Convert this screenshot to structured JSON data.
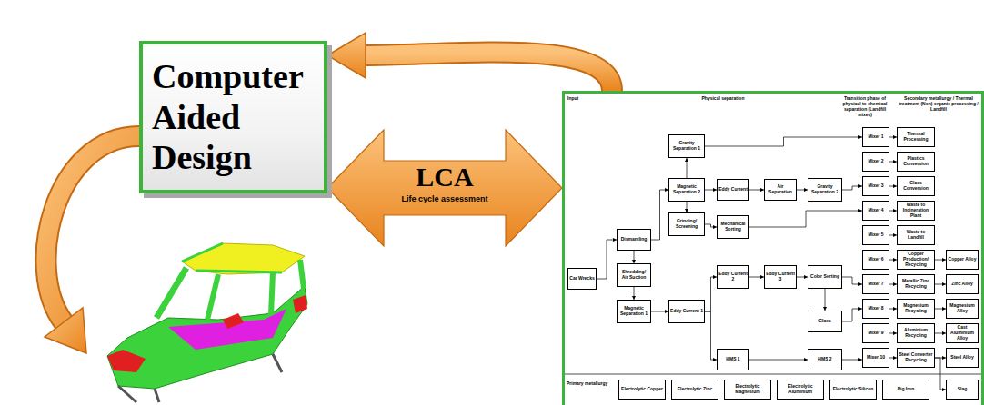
{
  "diagram": {
    "nodes": [
      {
        "text": [
          "Computer Aided Design"
        ]
      },
      {
        "text": [
          "Input",
          "Physical separation",
          "Transition phase of physical to chemical separation (Landfill mixes)",
          "Secondary metallurgy / Thermal treatment (Non) organic processing / Landfill",
          "Primary metallurgy"
        ]
      },
      {
        "text": [
          "Car Wrecks"
        ],
        "in": 1
      },
      {
        "text": [
          "Dismantling"
        ],
        "in": 1
      },
      {
        "text": [
          "Shredding/ Air Suction"
        ],
        "in": 1
      },
      {
        "text": [
          "Magnetic Separation 1"
        ],
        "in": 1
      },
      {
        "text": [
          "Gravity Separation 1"
        ],
        "in": 1
      },
      {
        "text": [
          "Magnetic Separation 2"
        ],
        "in": 1
      },
      {
        "text": [
          "Grinding/ Screening"
        ],
        "in": 1
      },
      {
        "text": [
          "Eddy Current 1"
        ],
        "in": 1
      },
      {
        "text": [
          "Eddy Current"
        ],
        "in": 1
      },
      {
        "text": [
          "Mechanical Sorting"
        ],
        "in": 1
      },
      {
        "text": [
          "Eddy Current 2"
        ],
        "in": 1
      },
      {
        "text": [
          "HMS 1"
        ],
        "in": 1
      },
      {
        "text": [
          "Air Separation"
        ],
        "in": 1
      },
      {
        "text": [
          "Eddy Current 3"
        ],
        "in": 1
      },
      {
        "text": [
          "Gravity Separation 2"
        ],
        "in": 1
      },
      {
        "text": [
          "Color Sorting"
        ],
        "in": 1
      },
      {
        "text": [
          "Glass"
        ],
        "in": 1
      },
      {
        "text": [
          "HMS 2"
        ],
        "in": 1
      },
      {
        "text": [
          "Mixer 1"
        ],
        "in": 1
      },
      {
        "text": [
          "Mixer 2"
        ],
        "in": 1
      },
      {
        "text": [
          "Mixer 3"
        ],
        "in": 1
      },
      {
        "text": [
          "Mixer 4"
        ],
        "in": 1
      },
      {
        "text": [
          "Mixer 5"
        ],
        "in": 1
      },
      {
        "text": [
          "Mixer 6"
        ],
        "in": 1
      },
      {
        "text": [
          "Mixer 7"
        ],
        "in": 1
      },
      {
        "text": [
          "Mixer 8"
        ],
        "in": 1
      },
      {
        "text": [
          "Mixer 9"
        ],
        "in": 1
      },
      {
        "text": [
          "Mixer 10"
        ],
        "in": 1
      },
      {
        "text": [
          "Thermal Processing"
        ],
        "in": 1
      },
      {
        "text": [
          "Plastics Conversion"
        ],
        "in": 1
      },
      {
        "text": [
          "Glass Conversion"
        ],
        "in": 1
      },
      {
        "text": [
          "Waste to Incineration Plant"
        ],
        "in": 1
      },
      {
        "text": [
          "Waste to Landfill"
        ],
        "in": 1
      },
      {
        "text": [
          "Copper Production/ Recycling"
        ],
        "in": 1
      },
      {
        "text": [
          "Metallic Zinc Recycling"
        ],
        "in": 1
      },
      {
        "text": [
          "Magnesium Recycling"
        ],
        "in": 1
      },
      {
        "text": [
          "Aluminium Recycling"
        ],
        "in": 1
      },
      {
        "text": [
          "Steel Converter Recycling"
        ],
        "in": 1
      },
      {
        "text": [
          "Copper Alloy"
        ],
        "in": 1
      },
      {
        "text": [
          "Zinc Alloy"
        ],
        "in": 1
      },
      {
        "text": [
          "Magnesium Alloy"
        ],
        "in": 1
      },
      {
        "text": [
          "Cast Aluminium Alloy"
        ],
        "in": 1
      },
      {
        "text": [
          "Steel Alloy"
        ],
        "in": 1
      },
      {
        "text": [
          "Electrolytic Copper"
        ],
        "in": 1
      },
      {
        "text": [
          "Electrolytic Zinc"
        ],
        "in": 1
      },
      {
        "text": [
          "Electrolytic Magnesium"
        ],
        "in": 1
      },
      {
        "text": [
          "Electrolytic Aluminium"
        ],
        "in": 1
      },
      {
        "text": [
          "Electrolytic Silicon"
        ],
        "in": 1
      },
      {
        "text": [
          "Pig Iron"
        ],
        "in": 1
      },
      {
        "text": [
          "Slag"
        ],
        "in": 1
      }
    ],
    "edges": [
      {
        "from": 0,
        "to": 1,
        "arrow": "both",
        "label": "LCA"
      },
      {
        "from": 1,
        "to": 0,
        "arrow": "to"
      },
      {
        "from": 2,
        "to": 3,
        "arrow": "to"
      },
      {
        "from": 3,
        "to": 4,
        "arrow": "to"
      },
      {
        "from": 4,
        "to": 5,
        "arrow": "to"
      },
      {
        "from": 5,
        "to": 9,
        "arrow": "to"
      },
      {
        "from": 3,
        "to": 7,
        "arrow": "to"
      },
      {
        "from": 7,
        "to": 6,
        "arrow": "to"
      },
      {
        "from": 7,
        "to": 8,
        "arrow": "to"
      },
      {
        "from": 7,
        "to": 10,
        "arrow": "to"
      },
      {
        "from": 8,
        "to": 11,
        "arrow": "to"
      },
      {
        "from": 10,
        "to": 14,
        "arrow": "to"
      },
      {
        "from": 14,
        "to": 16,
        "arrow": "to"
      },
      {
        "from": 9,
        "to": 12,
        "arrow": "to"
      },
      {
        "from": 9,
        "to": 13,
        "arrow": "to"
      },
      {
        "from": 12,
        "to": 15,
        "arrow": "to"
      },
      {
        "from": 15,
        "to": 17,
        "arrow": "to"
      },
      {
        "from": 17,
        "to": 18,
        "arrow": "to"
      },
      {
        "from": 13,
        "to": 19,
        "arrow": "to"
      },
      {
        "from": 6,
        "to": 20,
        "arrow": "to"
      },
      {
        "from": 16,
        "to": 22,
        "arrow": "to"
      },
      {
        "from": 11,
        "to": 23,
        "arrow": "to"
      },
      {
        "from": 17,
        "to": 26,
        "arrow": "to"
      },
      {
        "from": 18,
        "to": 27,
        "arrow": "to"
      },
      {
        "from": 19,
        "to": 29,
        "arrow": "to"
      },
      {
        "from": 20,
        "to": 30,
        "arrow": "to"
      },
      {
        "from": 21,
        "to": 31,
        "arrow": "to"
      },
      {
        "from": 22,
        "to": 32,
        "arrow": "to"
      },
      {
        "from": 23,
        "to": 33,
        "arrow": "to"
      },
      {
        "from": 24,
        "to": 34,
        "arrow": "to"
      },
      {
        "from": 25,
        "to": 35,
        "arrow": "to"
      },
      {
        "from": 26,
        "to": 36,
        "arrow": "to"
      },
      {
        "from": 27,
        "to": 37,
        "arrow": "to"
      },
      {
        "from": 28,
        "to": 38,
        "arrow": "to"
      },
      {
        "from": 29,
        "to": 39,
        "arrow": "to"
      },
      {
        "from": 35,
        "to": 40,
        "arrow": "to"
      },
      {
        "from": 36,
        "to": 41,
        "arrow": "to"
      },
      {
        "from": 37,
        "to": 42,
        "arrow": "to"
      },
      {
        "from": 38,
        "to": 43,
        "arrow": "to"
      },
      {
        "from": 39,
        "to": 44,
        "arrow": "to"
      },
      {
        "from": 39,
        "to": 51,
        "arrow": "to"
      }
    ],
    "labels": [
      "Life cycle assessment"
    ]
  }
}
